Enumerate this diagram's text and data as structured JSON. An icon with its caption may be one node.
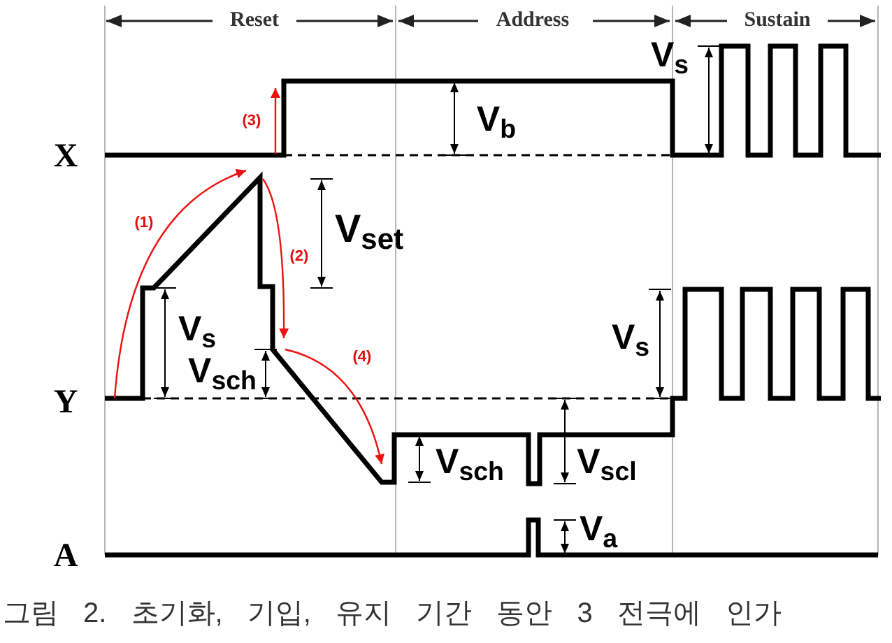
{
  "diagram": {
    "caption": "그림 2. 초기화, 기입, 유지 기간 동안 3 전극에 인가",
    "labels": [
      "Reset",
      "Address",
      "Sustain",
      "V$_{s}$",
      "V$_{b}$",
      "(3)",
      "X",
      "(1)",
      "V$_{set}$",
      "(2)",
      "V$_{s}$",
      "V$_{s}$",
      "(4)",
      "V$_{sch}$",
      "Y",
      "V$_{sch}$",
      "V$_{scl}$",
      "V$_{a}$",
      "A"
    ]
  }
}
